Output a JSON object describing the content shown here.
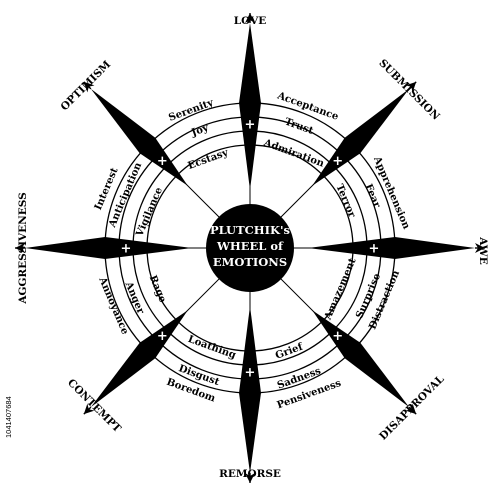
{
  "center": {
    "line1": "PLUTCHIK's",
    "line2": "WHEEL of",
    "line3": "EMOTIONS"
  },
  "plus_glyph": "+",
  "outer_labels": {
    "love": "LOVE",
    "submission": "SUBMISSION",
    "awe": "AWE",
    "disapproval": "DISAPPROVAL",
    "remorse": "REMORSE",
    "contempt": "CONTEMPT",
    "aggressiveness": "AGGRESSIVENESS",
    "optimism": "OPTIMISM"
  },
  "outer_ring": {
    "serenity": "Serenity",
    "acceptance": "Acceptance",
    "apprehension": "Apprehension",
    "distraction": "Distraction",
    "pensiveness": "Pensiveness",
    "boredom": "Boredom",
    "annoyance": "Annoyance",
    "interest": "Interest"
  },
  "middle_ring": {
    "joy": "Joy",
    "trust": "Trust",
    "fear": "Fear",
    "surprise": "Surprise",
    "sadness": "Sadness",
    "disgust": "Disgust",
    "anger": "Anger",
    "anticipation": "Anticipation"
  },
  "inner_ring": {
    "ecstasy": "Ecstasy",
    "admiration": "Admiration",
    "terror": "Terror",
    "amazement": "Amazement",
    "grief": "Grief",
    "loathing": "Loathing",
    "rage": "Rage",
    "vigilance": "Vigilance"
  },
  "watermark": "1041407684",
  "colors": {
    "ink": "#000000",
    "paper": "#ffffff"
  }
}
